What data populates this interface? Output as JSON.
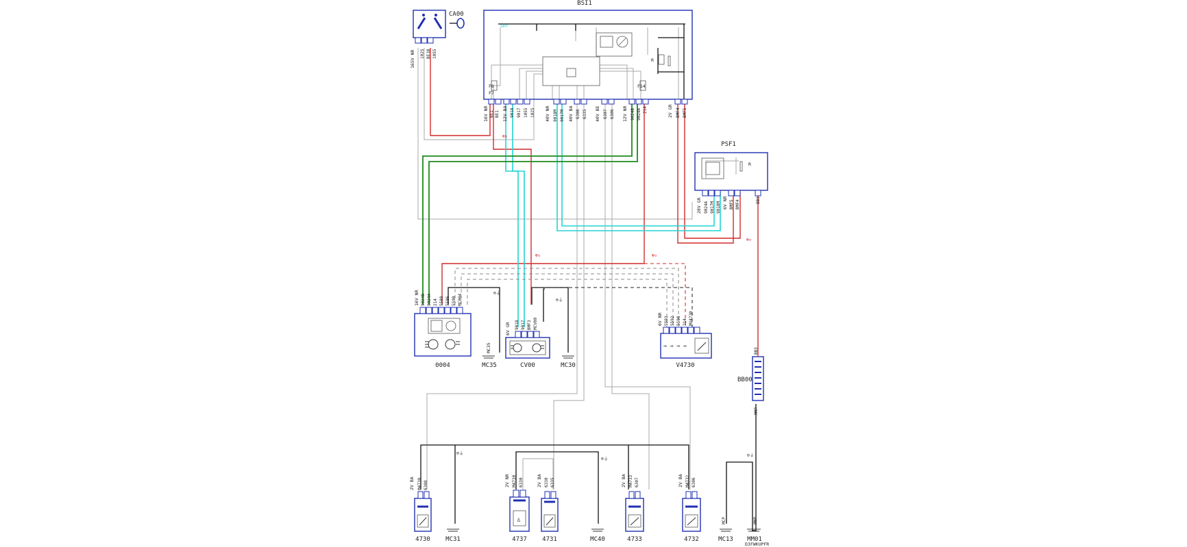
{
  "components": {
    "bsi1": "BSI1",
    "psf1": "PSF1",
    "ca00": "CA00",
    "c0004": "0004",
    "cv00": "CV00",
    "v4730": "V4730",
    "bb00": "BB00",
    "m4730": "4730",
    "m4737": "4737",
    "m4731": "4731",
    "m4733": "4733",
    "m4732": "4732"
  },
  "grounds": {
    "mc35": "MC35",
    "mc30": "MC30",
    "mc31": "MC31",
    "mc40": "MC40",
    "mc13": "MC13",
    "mm01": "MM01"
  },
  "connectors": {
    "bsi_a": "16V NR",
    "bsi_b": "12V BA",
    "bsi_c": "40V NR",
    "bsi_d": "40V BA",
    "bsi_e": "40V BE",
    "bsi_f": "12V NR",
    "bsi_g": "2V GR",
    "ca00_conn": "16SV NR",
    "psf_a": "28V GR",
    "psf_b": "6V NR",
    "c0004_conn": "16V NR",
    "cv00_conn": "6V GR",
    "v4730_conn": "6V NR",
    "m4730_conn": "2V BA",
    "m4737_conn": "2V NR",
    "m4731_conn": "2V BA",
    "m4733_conn": "2V BA",
    "m4732_conn": "2V BA"
  },
  "wires": {
    "bsi_a_1": "BE1",
    "bsi_a_2": "BE1",
    "bsi_b_1": "9018",
    "bsi_b_2": "9017",
    "bsi_b_3": "1055",
    "bsi_b_4": "1025",
    "bsi_c_1": "9018M",
    "bsi_c_2": "9017M",
    "bsi_d_1": "6308",
    "bsi_d_2": "6335",
    "bsi_e_1": "6307",
    "bsi_e_2": "6306",
    "bsi_f_1": "9024B",
    "bsi_f_2": "9024A",
    "bsi_f_3": "214",
    "bsi_g_1": "BMF4",
    "bsi_g_2": "BMF5",
    "ca00_1": "1025",
    "ca00_2": "BE1B",
    "ca00_3": "1055",
    "psf_a_1": "9024A",
    "psf_a_2": "9017M",
    "psf_a_3": "9018M",
    "psf_b_1": "BMF5",
    "psf_b_2": "BMF4",
    "psf_b_3": "BB3",
    "c0004_1": "9024B",
    "c0004_2": "9024A",
    "c0004_3": "214",
    "c0004_4": "5588",
    "c0004_5": "5586",
    "c0004_6": "5590",
    "c0004_7": "MC004",
    "cv00_1": "9018",
    "cv00_2": "9017",
    "cv00_3": "BMF3",
    "cv00_4": "MCV00",
    "v4730_1": "5593",
    "v4730_2": "5592",
    "v4730_3": "5590",
    "v4730_4": "214",
    "v4730_5": "MV4730",
    "m4730_1": "M4730",
    "m4730_2": "6308",
    "m4737_1": "M4730",
    "m4737_2": "6330",
    "m4731_1": "6330",
    "m4731_2": "6335",
    "m4733_1": "M4733",
    "m4733_2": "6307",
    "m4732_1": "M4732",
    "m4732_2": "6306",
    "bb00_top": "BB3",
    "bb00_bot": "MMP",
    "mc13_w": "MCP",
    "mm01_w": "MMP"
  },
  "labels": {
    "fuse_f8": "F8",
    "fuse_f7": "F7",
    "fuse_f14": "F14",
    "relay_r": "R",
    "shunt": "SHT",
    "mark_fuse": "⊕▫",
    "mark_ground": "⊖⏚",
    "doc_ref": "D3FWKUPFR"
  },
  "colors": {
    "component_border": "#1f2fb0",
    "wire_red": "#d22a2a",
    "wire_cyan": "#22d3d3",
    "wire_green": "#1b8a1b",
    "wire_black": "#111111",
    "wire_grey": "#a8a8a8"
  }
}
